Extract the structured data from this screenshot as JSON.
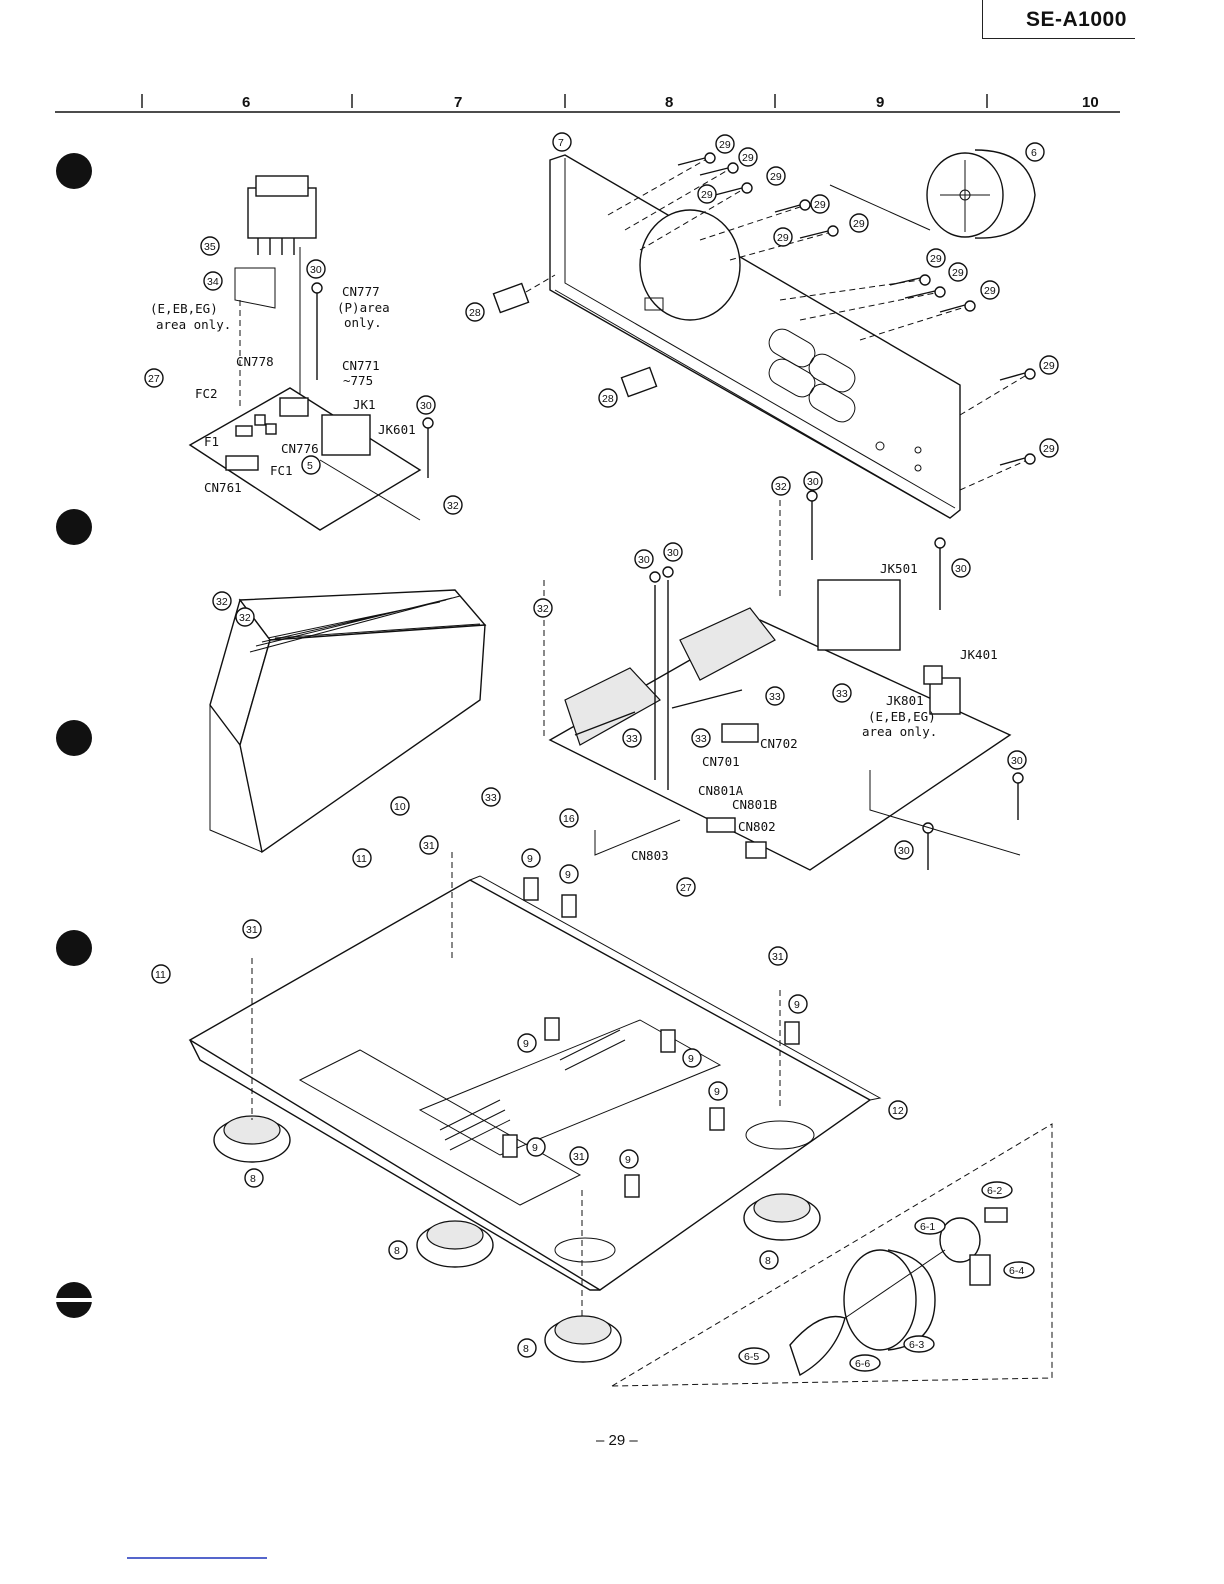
{
  "header": {
    "model": "SE-A1000"
  },
  "columns": [
    "6",
    "7",
    "8",
    "9",
    "10"
  ],
  "footer": {
    "page_number": "– 29 –"
  },
  "board_labels": {
    "cn777": "CN777",
    "p_area": "(P)area",
    "only": "only.",
    "e_eb_eg": "(E,EB,EG)",
    "area_only": "area only.",
    "cn778": "CN778",
    "cn771": "CN771",
    "tilde775": "~775",
    "jk1": "JK1",
    "jk601": "JK601",
    "fc2": "FC2",
    "f1": "F1",
    "cn776": "CN776",
    "fc1": "FC1",
    "cn761": "CN761",
    "jk501": "JK501",
    "jk401": "JK401",
    "jk801": "JK801",
    "e_eb_eg_2": "(E,EB,EG)",
    "area_only_2": "area only.",
    "cn702": "CN702",
    "cn701": "CN701",
    "cn801a": "CN801A",
    "cn801b": "CN801B",
    "cn802": "CN802",
    "cn803": "CN803"
  },
  "callouts": {
    "c7": "7",
    "c6": "6",
    "c29a": "29",
    "c29b": "29",
    "c29c": "29",
    "c29d": "29",
    "c29e": "29",
    "c29f": "29",
    "c29g": "29",
    "c29h": "29",
    "c29i": "29",
    "c29j": "29",
    "c29k": "29",
    "c29l": "29",
    "c28a": "28",
    "c28b": "28",
    "c35": "35",
    "c34": "34",
    "c30a": "30",
    "c27a": "27",
    "c30b": "30",
    "c5": "5",
    "c32a": "32",
    "c32b": "32",
    "c32c": "32",
    "c32d": "32",
    "c30c": "30",
    "c30d": "30",
    "c30e": "30",
    "c30f": "30",
    "c30g": "30",
    "c30h": "30",
    "c33a": "33",
    "c33b": "33",
    "c33c": "33",
    "c33d": "33",
    "c33e": "33",
    "c10": "10",
    "c16": "16",
    "c27b": "27",
    "c11a": "11",
    "c11b": "11",
    "c31a": "31",
    "c31b": "31",
    "c31c": "31",
    "c31d": "31",
    "c9a": "9",
    "c9b": "9",
    "c9c": "9",
    "c9d": "9",
    "c9e": "9",
    "c9f": "9",
    "c9g": "9",
    "c9h": "9",
    "c12": "12",
    "c8a": "8",
    "c8b": "8",
    "c8c": "8",
    "c8d": "8",
    "c62": "6-2",
    "c61": "6-1",
    "c64": "6-4",
    "c63": "6-3",
    "c65": "6-5",
    "c66": "6-6"
  }
}
